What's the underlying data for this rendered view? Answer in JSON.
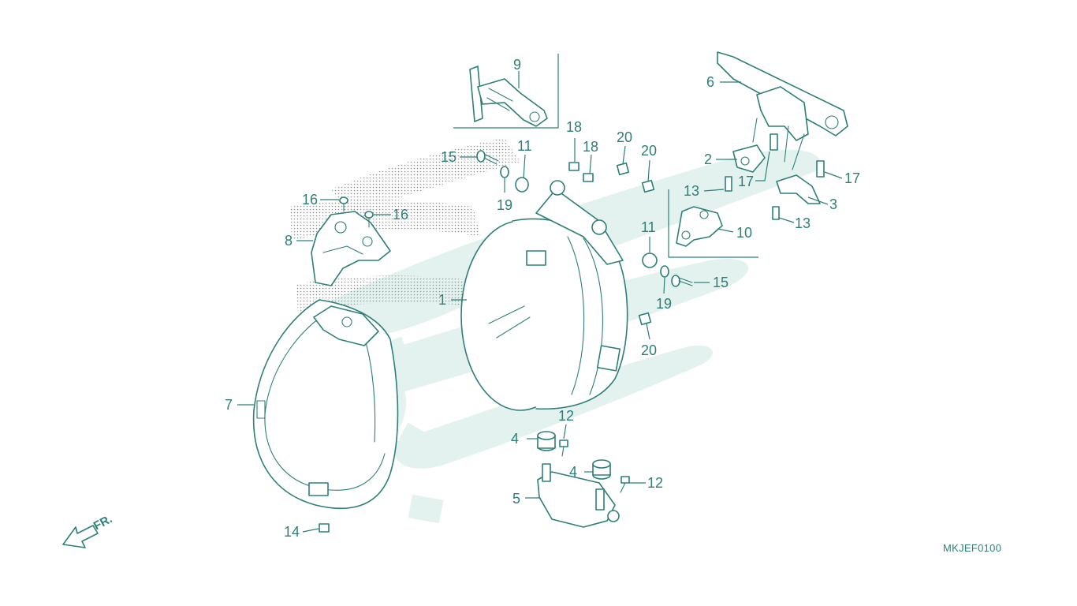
{
  "diagram_code": "MKJEF0100",
  "direction_label": "FR.",
  "colors": {
    "line": "#2e7f78",
    "watermark": "#e4f2ef",
    "background": "#ffffff"
  },
  "callouts": [
    {
      "id": "c1",
      "label": "1"
    },
    {
      "id": "c2",
      "label": "2"
    },
    {
      "id": "c3",
      "label": "3"
    },
    {
      "id": "c4a",
      "label": "4"
    },
    {
      "id": "c4b",
      "label": "4"
    },
    {
      "id": "c5",
      "label": "5"
    },
    {
      "id": "c6",
      "label": "6"
    },
    {
      "id": "c7",
      "label": "7"
    },
    {
      "id": "c8",
      "label": "8"
    },
    {
      "id": "c9",
      "label": "9"
    },
    {
      "id": "c10",
      "label": "10"
    },
    {
      "id": "c11a",
      "label": "11"
    },
    {
      "id": "c11b",
      "label": "11"
    },
    {
      "id": "c12a",
      "label": "12"
    },
    {
      "id": "c12b",
      "label": "12"
    },
    {
      "id": "c13a",
      "label": "13"
    },
    {
      "id": "c13b",
      "label": "13"
    },
    {
      "id": "c14",
      "label": "14"
    },
    {
      "id": "c15a",
      "label": "15"
    },
    {
      "id": "c15b",
      "label": "15"
    },
    {
      "id": "c16a",
      "label": "16"
    },
    {
      "id": "c16b",
      "label": "16"
    },
    {
      "id": "c17a",
      "label": "17"
    },
    {
      "id": "c17b",
      "label": "17"
    },
    {
      "id": "c18a",
      "label": "18"
    },
    {
      "id": "c18b",
      "label": "18"
    },
    {
      "id": "c19a",
      "label": "19"
    },
    {
      "id": "c19b",
      "label": "19"
    },
    {
      "id": "c20a",
      "label": "20"
    },
    {
      "id": "c20b",
      "label": "20"
    },
    {
      "id": "c20c",
      "label": "20"
    }
  ]
}
